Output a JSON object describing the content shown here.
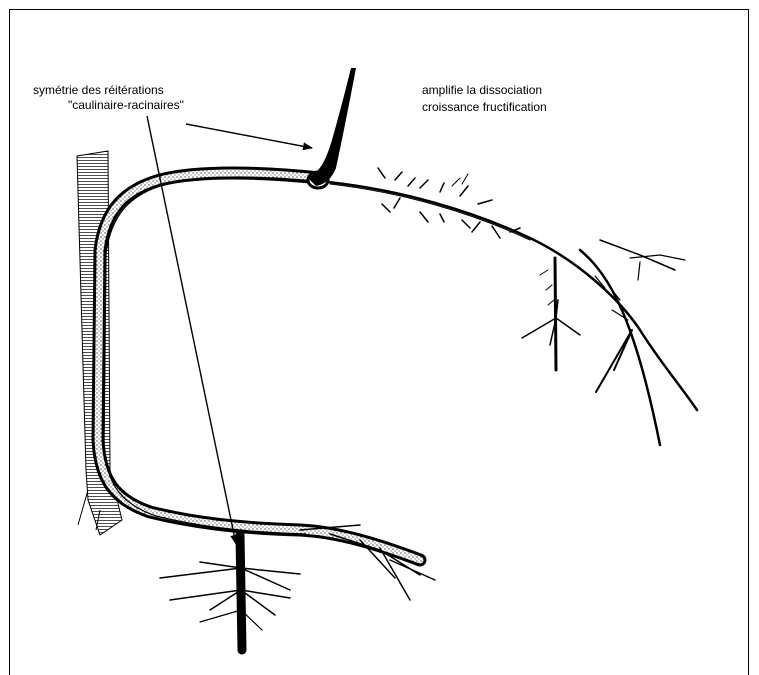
{
  "annotations": {
    "left_line1": "symétrie des réitérations",
    "left_line2": "\"caulinaire-racinaires\"",
    "right_line1": "amplifie la dissociation",
    "right_line2": "croissance fructification"
  },
  "colors": {
    "ink": "#000000",
    "background": "#ffffff"
  }
}
